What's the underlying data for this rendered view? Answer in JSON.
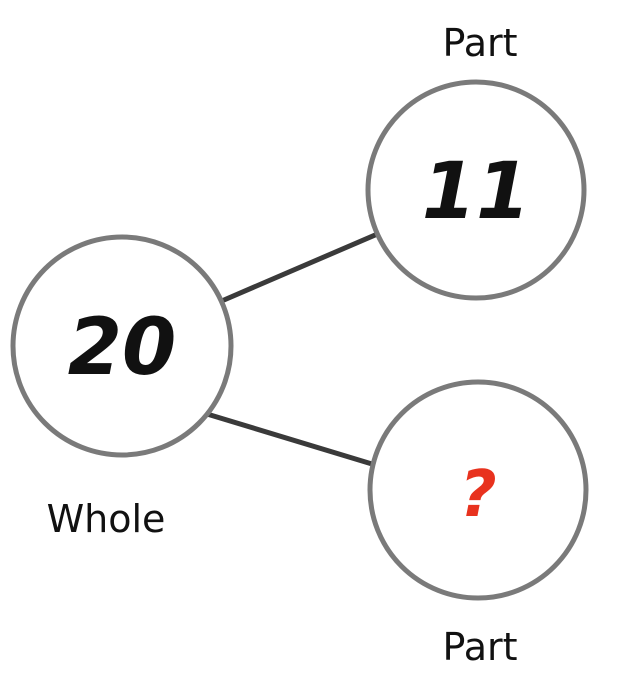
{
  "diagram": {
    "whole": {
      "label": "Whole",
      "value": "20"
    },
    "part_top": {
      "label": "Part",
      "value": "11"
    },
    "part_bottom": {
      "label": "Part",
      "value": "?"
    }
  },
  "colors": {
    "circle_stroke": "#7a7a7a",
    "connector": "#3a3a3a",
    "text": "#111111",
    "unknown": "#e8321e"
  }
}
